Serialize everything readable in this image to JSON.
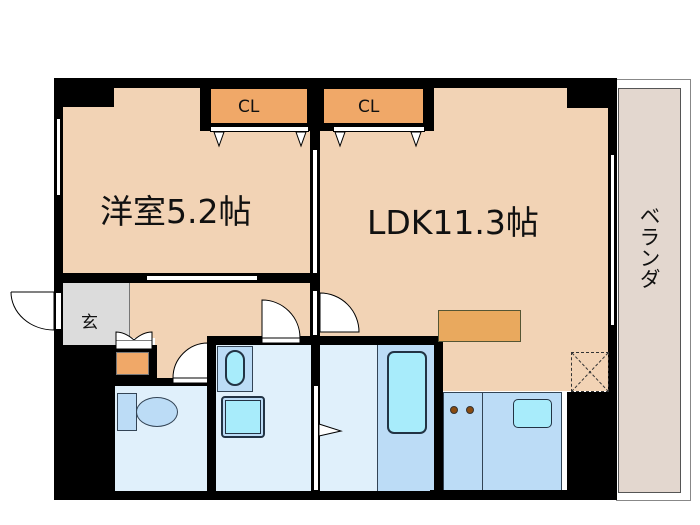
{
  "floorplan": {
    "rooms": [
      {
        "id": "western-room",
        "label": "洋室5.2帖"
      },
      {
        "id": "ldk",
        "label": "LDK11.3帖"
      },
      {
        "id": "entrance",
        "label": "玄"
      },
      {
        "id": "balcony",
        "label": "ベランダ"
      }
    ],
    "closets": [
      {
        "id": "closet-western",
        "label": "CL"
      },
      {
        "id": "closet-ldk",
        "label": "CL"
      }
    ],
    "colors": {
      "wall": "#000000",
      "room_floor": "#f2d3b5",
      "closet": "#f0a868",
      "wet_area": "#e0f0fb",
      "fixture": "#a8ecfb",
      "entrance": "#dcdcdc",
      "balcony": "#e3d7cf",
      "counter": "#e9a95e"
    }
  }
}
